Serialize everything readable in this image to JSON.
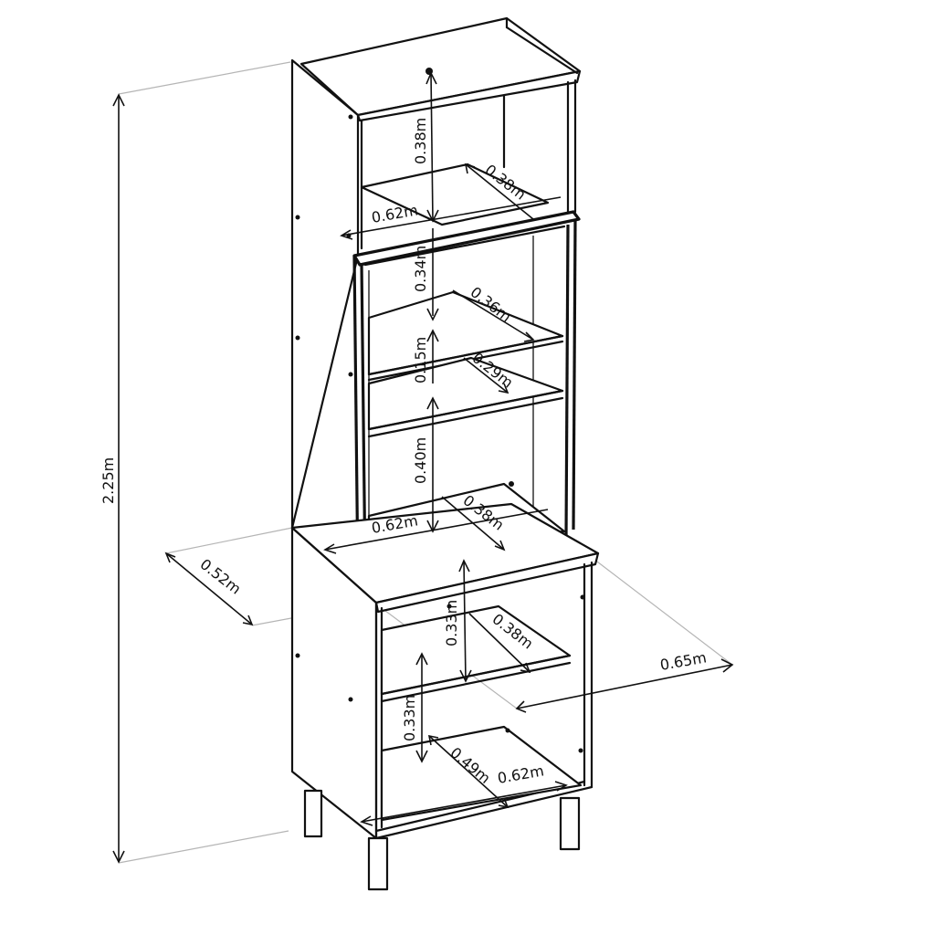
{
  "diagram": {
    "overall_height": "2.25m",
    "base_depth": "0.52m",
    "base_width": "0.65m",
    "top_shelf_height": "0.38m",
    "top_shelf_depth": "0.38m",
    "top_shelf_width": "0.62m",
    "upper_cabinet_height": "0.34m",
    "upper_shelf_depth": "0.36m",
    "small_gap_height": "0.15m",
    "small_shelf_depth": "0.29m",
    "microwave_niche_height": "0.40m",
    "microwave_niche_depth": "0.38m",
    "microwave_niche_width": "0.62m",
    "lower_upper_height": "0.33m",
    "lower_shelf_depth": "0.38m",
    "lower_bottom_height": "0.33m",
    "lower_bottom_depth": "0.49m",
    "lower_bottom_width": "0.62m"
  }
}
